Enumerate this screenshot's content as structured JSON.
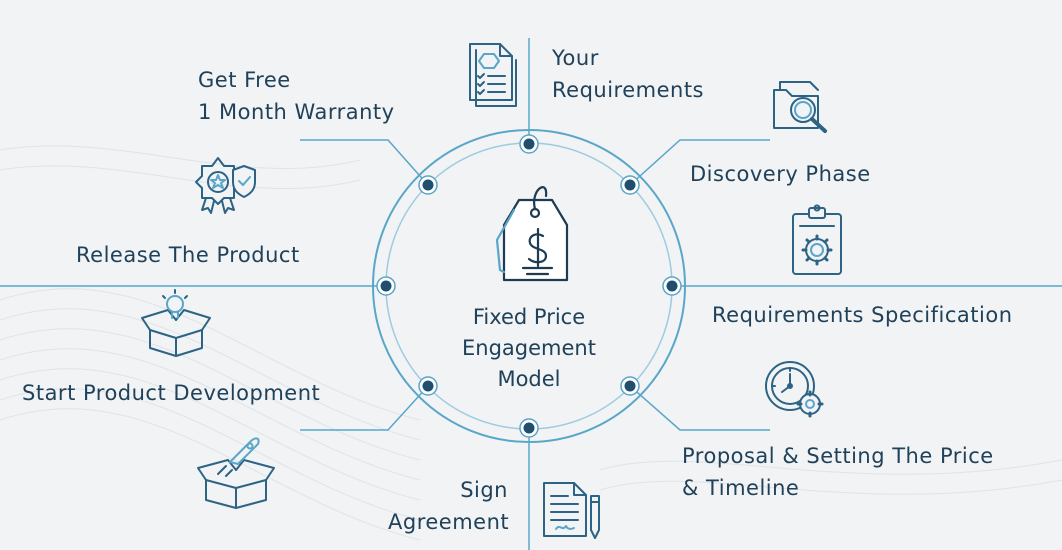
{
  "center": {
    "lines": [
      "Fixed Price",
      "Engagement",
      "Model"
    ],
    "icon": "price-tag-dollar-icon"
  },
  "steps": [
    {
      "lines": [
        "Your",
        "Requirements"
      ],
      "icon": "checklist-document-icon"
    },
    {
      "lines": [
        "Discovery Phase"
      ],
      "icon": "folder-search-icon"
    },
    {
      "lines": [
        "Requirements Specification"
      ],
      "icon": "clipboard-gear-icon"
    },
    {
      "lines": [
        "Proposal & Setting The Price",
        "& Timeline"
      ],
      "icon": "clock-gear-icon"
    },
    {
      "lines": [
        "Sign",
        "Agreement"
      ],
      "icon": "document-pen-icon"
    },
    {
      "lines": [
        "Start Product Development"
      ],
      "icon": "rocket-box-icon"
    },
    {
      "lines": [
        "Release The Product"
      ],
      "icon": "lightbulb-box-icon"
    },
    {
      "lines": [
        "Get Free",
        "1 Month Warranty"
      ],
      "icon": "award-badge-shield-icon"
    }
  ],
  "colors": {
    "line": "#5aa6c8",
    "dot": "#1f4e6e",
    "text": "#20415a",
    "icon": "#2d6384"
  }
}
